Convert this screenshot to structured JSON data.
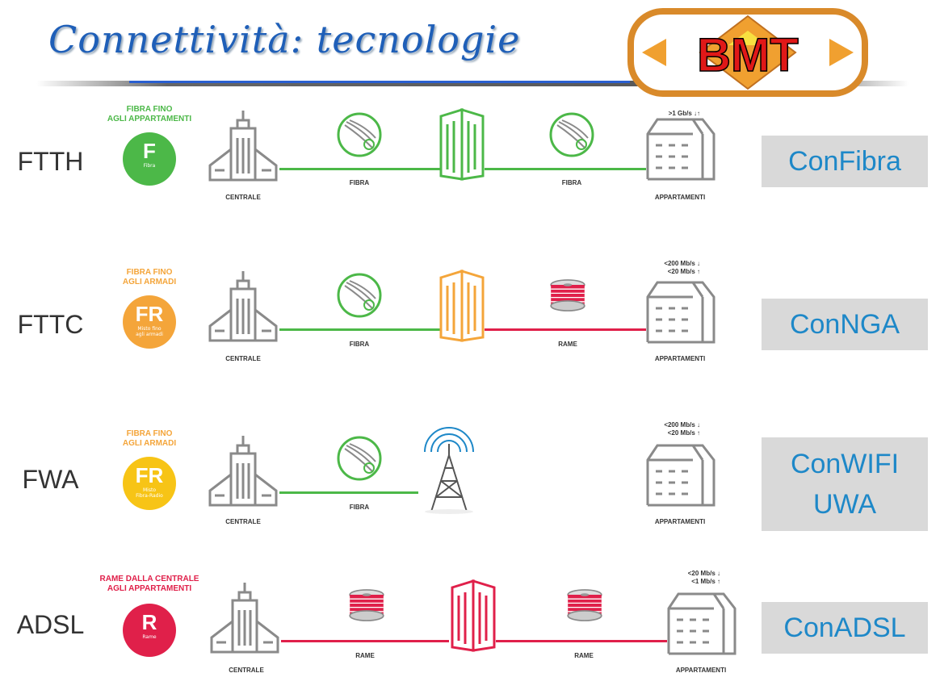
{
  "header": {
    "title": "Connettività: tecnologie",
    "logo_text": "BMT"
  },
  "colors": {
    "fiber": "#4cb848",
    "cabinet": "#f4a53a",
    "copper": "#e0204a",
    "radio": "#f7c416",
    "brand_blue": "#1e88c8"
  },
  "rows": [
    {
      "tech": "FTTH",
      "tag_lines": "FIBRA FINO\nAGLI APPARTAMENTI",
      "badge_letter": "F",
      "badge_sub": "Fibra",
      "left_caption": "CENTRALE",
      "seg1_caption": "FIBRA",
      "seg2_caption": "FIBRA",
      "right_caption": "APPARTAMENTI",
      "speed_line1": ">1 Gb/s ↓↑",
      "speed_line2": "",
      "brand_line1": "ConFibra",
      "brand_line2": ""
    },
    {
      "tech": "FTTC",
      "tag_lines": "FIBRA FINO\nAGLI ARMADI",
      "badge_letter": "FR",
      "badge_sub": "Misto fino\nagli armadi",
      "left_caption": "CENTRALE",
      "seg1_caption": "FIBRA",
      "seg2_caption": "RAME",
      "right_caption": "APPARTAMENTI",
      "speed_line1": "<200 Mb/s ↓",
      "speed_line2": "<20 Mb/s ↑",
      "brand_line1": "ConNGA",
      "brand_line2": ""
    },
    {
      "tech": "FWA",
      "tag_lines": "FIBRA FINO\nAGLI ARMADI",
      "badge_letter": "FR",
      "badge_sub": "Misto\nFibra-Radio",
      "left_caption": "CENTRALE",
      "seg1_caption": "FIBRA",
      "seg2_caption": "",
      "right_caption": "APPARTAMENTI",
      "speed_line1": "<200 Mb/s ↓",
      "speed_line2": "<20 Mb/s ↑",
      "brand_line1": "ConWIFI",
      "brand_line2": "UWA"
    },
    {
      "tech": "ADSL",
      "tag_lines": "RAME DALLA CENTRALE\nAGLI APPARTAMENTI",
      "badge_letter": "R",
      "badge_sub": "Rame",
      "left_caption": "CENTRALE",
      "seg1_caption": "RAME",
      "seg2_caption": "RAME",
      "right_caption": "APPARTAMENTI",
      "speed_line1": "<20 Mb/s ↓",
      "speed_line2": "<1 Mb/s ↑",
      "brand_line1": "ConADSL",
      "brand_line2": ""
    }
  ]
}
